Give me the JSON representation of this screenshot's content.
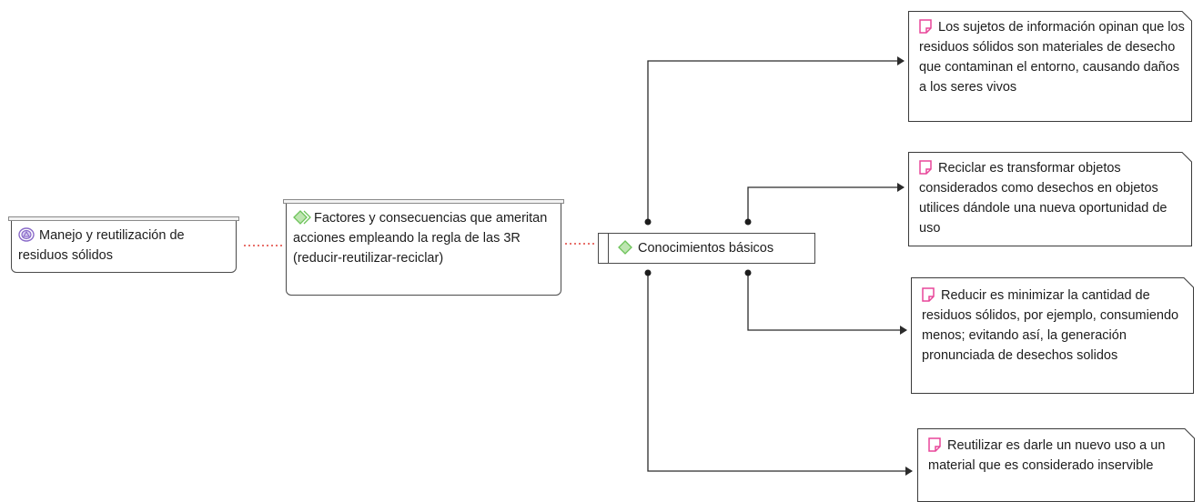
{
  "nodes": {
    "category": "Manejo y reutilización de residuos sólidos",
    "subcategory": "Factores y consecuencias que ameritan acciones empleando la regla de las 3R (reducir-reutilizar-reciclar)",
    "core": "Conocimientos básicos"
  },
  "memos": [
    "Los sujetos de información opinan que los residuos sólidos son materiales de desecho que contaminan el entorno, causando daños a los seres vivos",
    "Reciclar es transformar objetos considerados como desechos en objetos utilices dándole una nueva oportunidad de uso",
    "Reducir es minimizar la cantidad de residuos sólidos, por ejemplo, consumiendo menos; evitando así, la generación pronunciada de desechos solidos",
    "Reutilizar es darle un nuevo uso a un material que es considerado inservible"
  ],
  "colors": {
    "line": "#2b2b2b",
    "dotted_link": "#e0413a",
    "category_icon": "#8a6bc9",
    "code_icon": "#6dc35a",
    "memo_icon": "#e8479a"
  },
  "icons": {
    "category": "category-icon",
    "code": "code-diamond-icon",
    "memo": "memo-icon"
  }
}
